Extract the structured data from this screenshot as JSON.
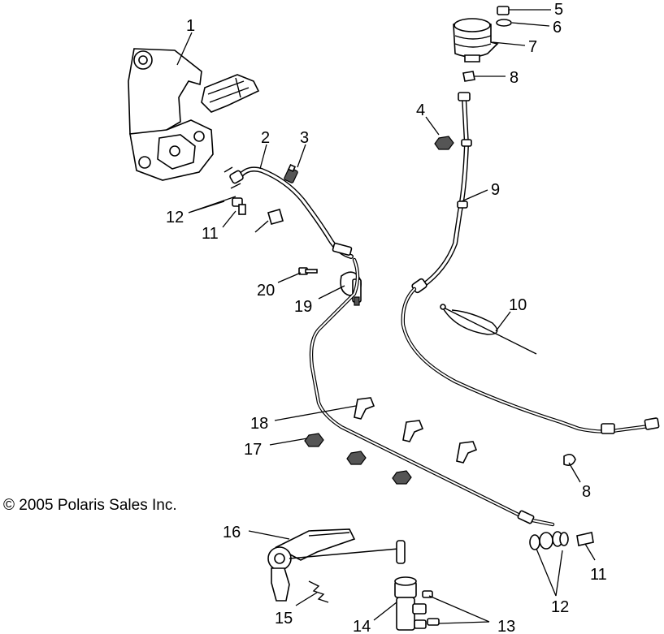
{
  "copyright": "© 2005 Polaris Sales Inc.",
  "callouts": [
    {
      "id": "c1",
      "text": "1"
    },
    {
      "id": "c2",
      "text": "2"
    },
    {
      "id": "c3",
      "text": "3"
    },
    {
      "id": "c4",
      "text": "4"
    },
    {
      "id": "c5",
      "text": "5"
    },
    {
      "id": "c6",
      "text": "6"
    },
    {
      "id": "c7",
      "text": "7"
    },
    {
      "id": "c8a",
      "text": "8"
    },
    {
      "id": "c8b",
      "text": "8"
    },
    {
      "id": "c9",
      "text": "9"
    },
    {
      "id": "c10",
      "text": "10"
    },
    {
      "id": "c11a",
      "text": "11"
    },
    {
      "id": "c11b",
      "text": "11"
    },
    {
      "id": "c12a",
      "text": "12"
    },
    {
      "id": "c12b",
      "text": "12"
    },
    {
      "id": "c13",
      "text": "13"
    },
    {
      "id": "c14",
      "text": "14"
    },
    {
      "id": "c15",
      "text": "15"
    },
    {
      "id": "c16",
      "text": "16"
    },
    {
      "id": "c17",
      "text": "17"
    },
    {
      "id": "c18",
      "text": "18"
    },
    {
      "id": "c19",
      "text": "19"
    },
    {
      "id": "c20",
      "text": "20"
    }
  ]
}
